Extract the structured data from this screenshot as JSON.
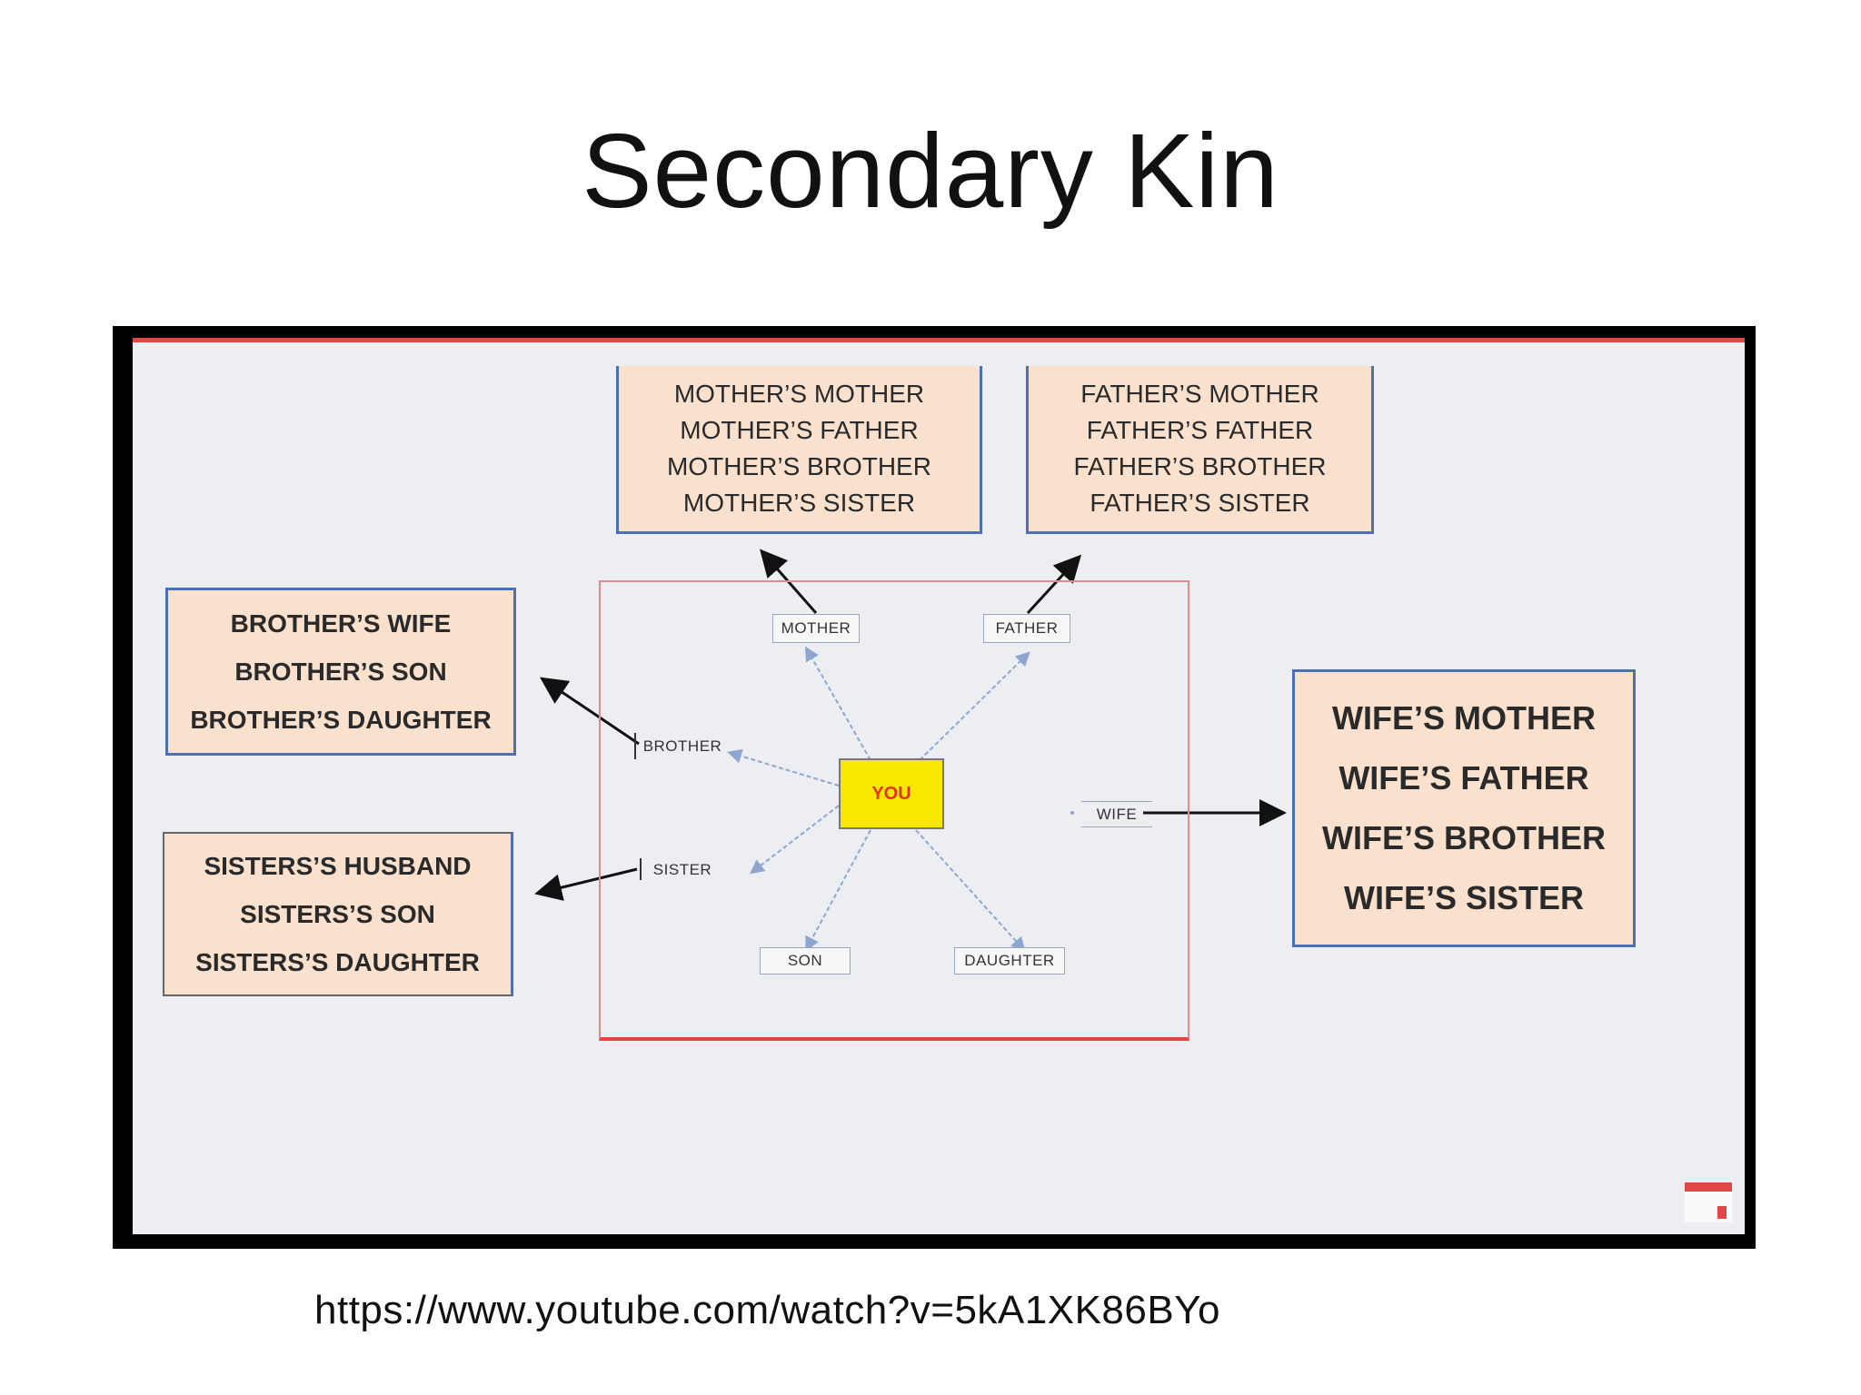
{
  "slide": {
    "title": "Secondary Kin",
    "source_url": "https://www.youtube.com/watch?v=5kA1XK86BYo"
  },
  "diagram": {
    "center": "YOU",
    "relatives": {
      "mother": "MOTHER",
      "father": "FATHER",
      "brother": "BROTHER",
      "sister": "SISTER",
      "wife": "WIFE",
      "son": "SON",
      "daughter": "DAUGHTER"
    },
    "kin_groups": {
      "mother_side": [
        "MOTHER’S MOTHER",
        "MOTHER’S FATHER",
        "MOTHER’S BROTHER",
        "MOTHER’S SISTER"
      ],
      "father_side": [
        "FATHER’S MOTHER",
        "FATHER’S FATHER",
        "FATHER’S BROTHER",
        "FATHER’S SISTER"
      ],
      "brother_side": [
        "BROTHER’S WIFE",
        "BROTHER’S SON",
        "BROTHER’S DAUGHTER"
      ],
      "sister_side": [
        "SISTERS’S HUSBAND",
        "SISTERS’S SON",
        "SISTERS’S DAUGHTER"
      ],
      "wife_side": [
        "WIFE’S MOTHER",
        "WIFE’S FATHER",
        "WIFE’S BROTHER",
        "WIFE’S SISTER"
      ]
    },
    "colors": {
      "box_fill": "#f9e1ce",
      "box_border": "#4d6fb3",
      "center_fill": "#f8e800",
      "center_text": "#e0361c",
      "frame_border": "#e04848"
    }
  }
}
